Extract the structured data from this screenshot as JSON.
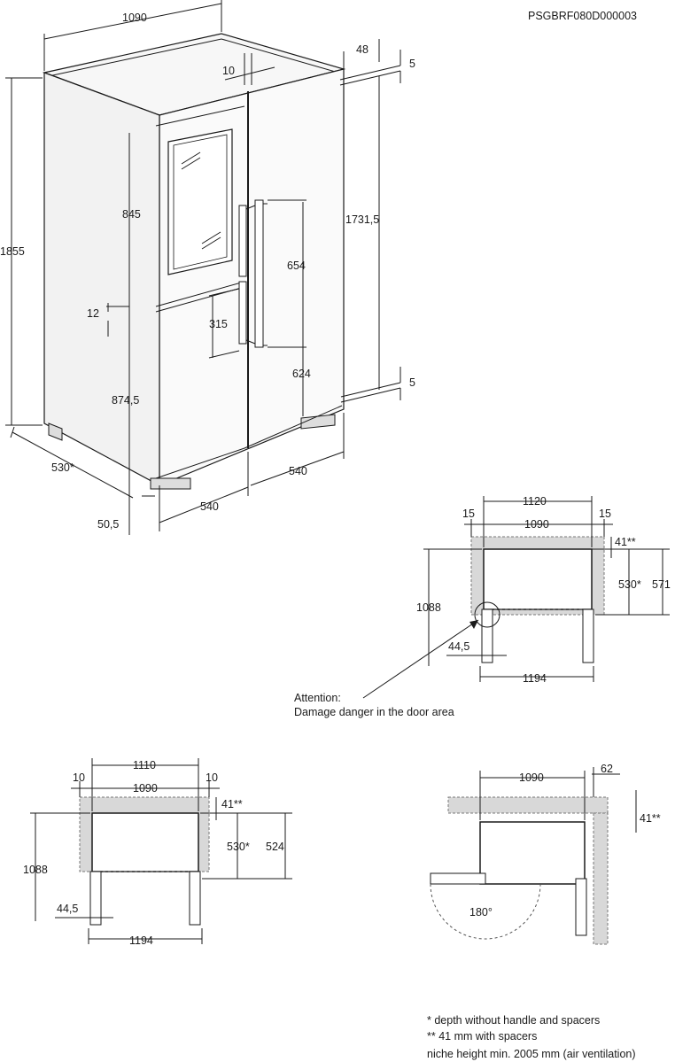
{
  "drawing_code": "PSGBRF080D000003",
  "main_view": {
    "width": "1090",
    "top_offset": "48",
    "door_gap": "10",
    "clearance_top": "5",
    "clearance_bottom": "5",
    "height_total": "1855",
    "height_door": "1731,5",
    "upper_door": "845",
    "gap": "12",
    "lower_door": "874,5",
    "handle_long": "654",
    "handle_short": "315",
    "handle_bottom": "624",
    "depth": "530*",
    "door_depth": "50,5",
    "width_left": "540",
    "width_right": "540"
  },
  "plan_top_right": {
    "overall": "1120",
    "side_left": "15",
    "side_right": "15",
    "body": "1090",
    "spacer": "41**",
    "depth": "530*",
    "depth_total": "571",
    "depth_open": "1088",
    "door_offset": "44,5",
    "width_open": "1194"
  },
  "attention": {
    "line1": "Attention:",
    "line2": "Damage danger in the door area"
  },
  "plan_bottom_left": {
    "overall": "1110",
    "side_left": "10",
    "side_right": "10",
    "body": "1090",
    "spacer": "41**",
    "depth": "530*",
    "depth_total": "524",
    "depth_open": "1088",
    "door_offset": "44,5",
    "width_open": "1194"
  },
  "plan_bottom_right": {
    "body": "1090",
    "wall_gap": "62",
    "spacer": "41**",
    "angle": "180°"
  },
  "footnotes": {
    "line1": "*  depth without handle and spacers",
    "line2": "** 41 mm with spacers",
    "line3": "niche height min. 2005 mm (air ventilation)"
  }
}
